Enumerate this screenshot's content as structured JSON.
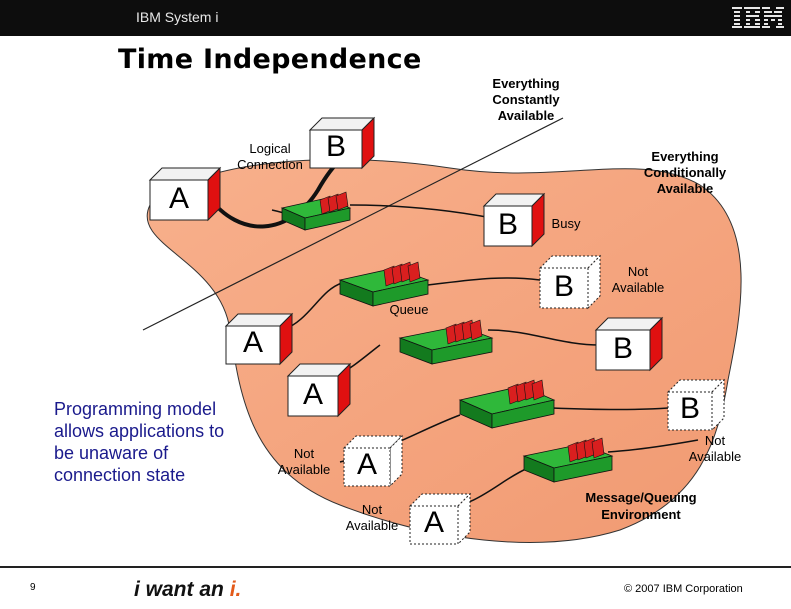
{
  "header": {
    "product": "IBM System i",
    "logo_text": "IBM"
  },
  "title": "Time Independence",
  "labels": {
    "everything_constant": "Everything\nConstantly\nAvailable",
    "everything_conditional": "Everything\nConditionally\nAvailable",
    "logical_connection": "Logical\nConnection",
    "busy": "Busy",
    "not_available": "Not\nAvailable",
    "queue": "Queue",
    "mq_environment": "Message/Queuing\nEnvironment",
    "programming_model": "Programming model allows applications to be unaware of connection state"
  },
  "boxes": {
    "a": "A",
    "b": "B"
  },
  "footer": {
    "page": "9",
    "slogan_prefix": "i want an ",
    "slogan_accent": "i.",
    "copyright": "© 2007 IBM Corporation"
  },
  "colors": {
    "blob": "#f6a47e",
    "queue_green": "#1e9a2a",
    "queue_red": "#d91f1f",
    "box_face": "#ffffff",
    "box_side": "#e01010"
  }
}
